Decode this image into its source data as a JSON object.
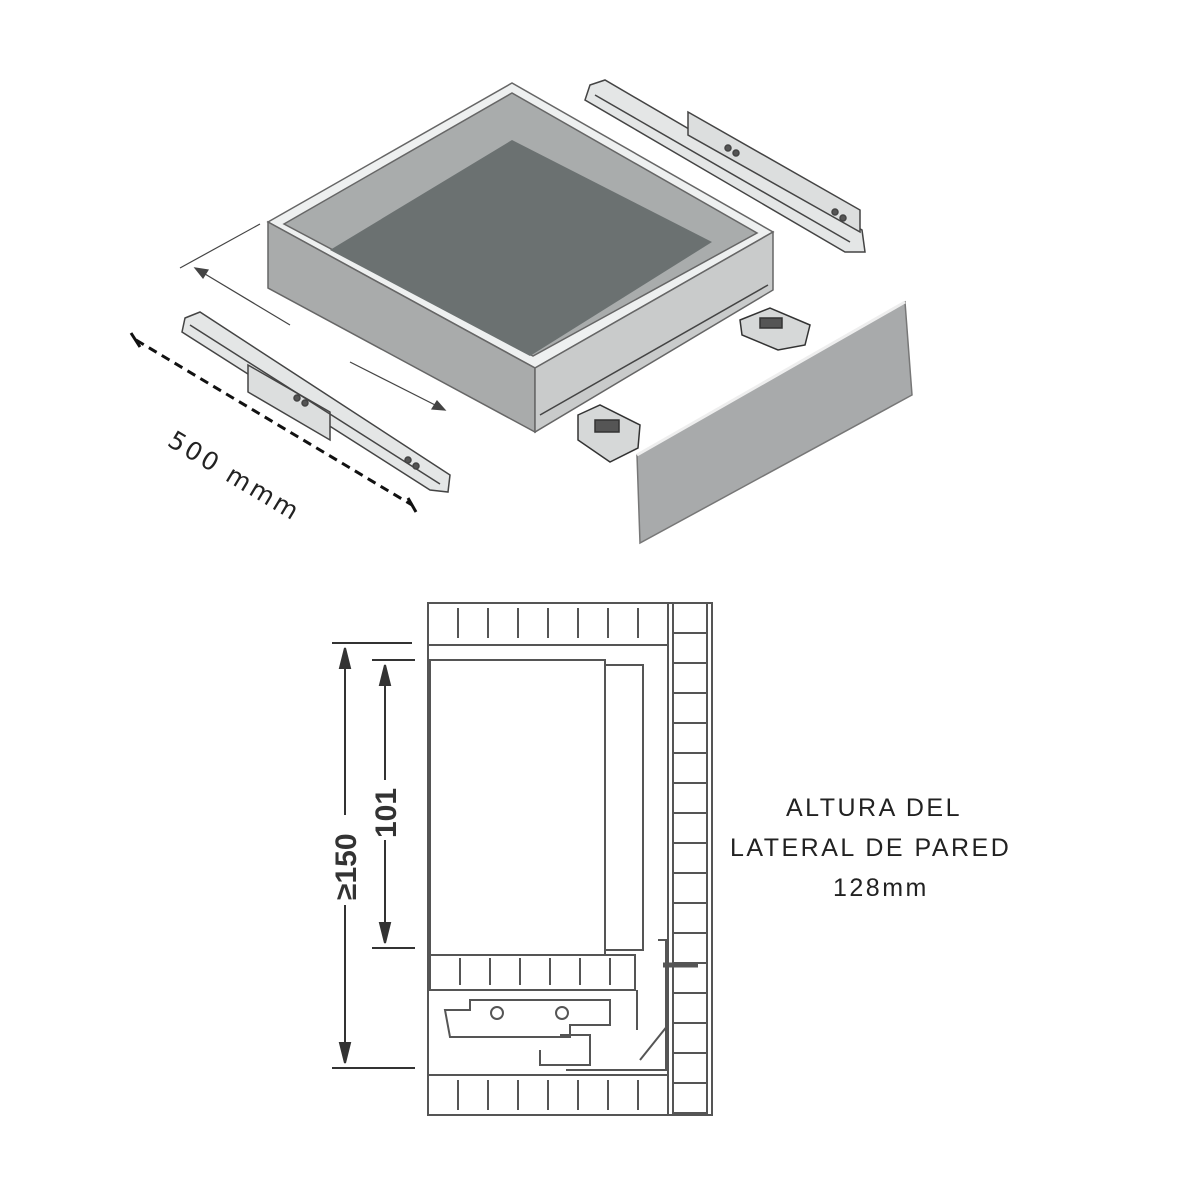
{
  "top_diagram": {
    "length_label": "500 mmm"
  },
  "section_diagram": {
    "dim_cabinet": "≥150",
    "dim_drawer": "101"
  },
  "caption": {
    "line1": "ALTURA DEL",
    "line2": "LATERAL DE PARED",
    "line3": "128mm"
  },
  "colors": {
    "panel": "#a8aaab",
    "floor": "#6c7272",
    "line": "#333333"
  }
}
